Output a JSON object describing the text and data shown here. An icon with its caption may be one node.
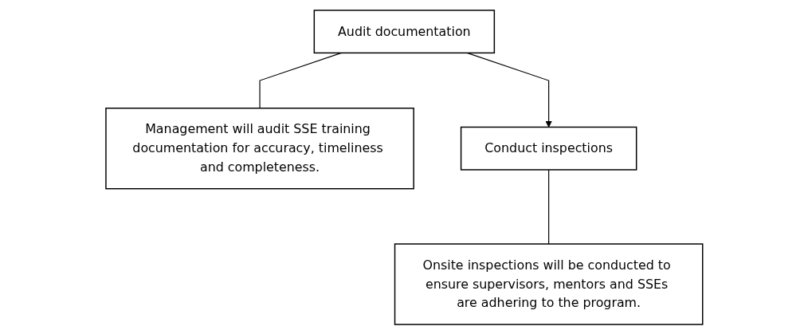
{
  "diagram": {
    "nodes": [
      {
        "text": [
          "Audit documentation"
        ]
      },
      {
        "text": [
          "Management will audit SSE training documentation for accuracy, timeliness and completeness."
        ]
      },
      {
        "text": [
          "Conduct inspections"
        ]
      },
      {
        "text": [
          "Onsite inspections will be conducted to ensure supervisors, mentors and SSEs are adhering to the program."
        ]
      }
    ],
    "edges": [
      {
        "from": 0,
        "to": 1,
        "arrow": "none"
      },
      {
        "from": 0,
        "to": 2,
        "arrow": "to"
      },
      {
        "from": 2,
        "to": 3,
        "arrow": "none"
      }
    ]
  }
}
